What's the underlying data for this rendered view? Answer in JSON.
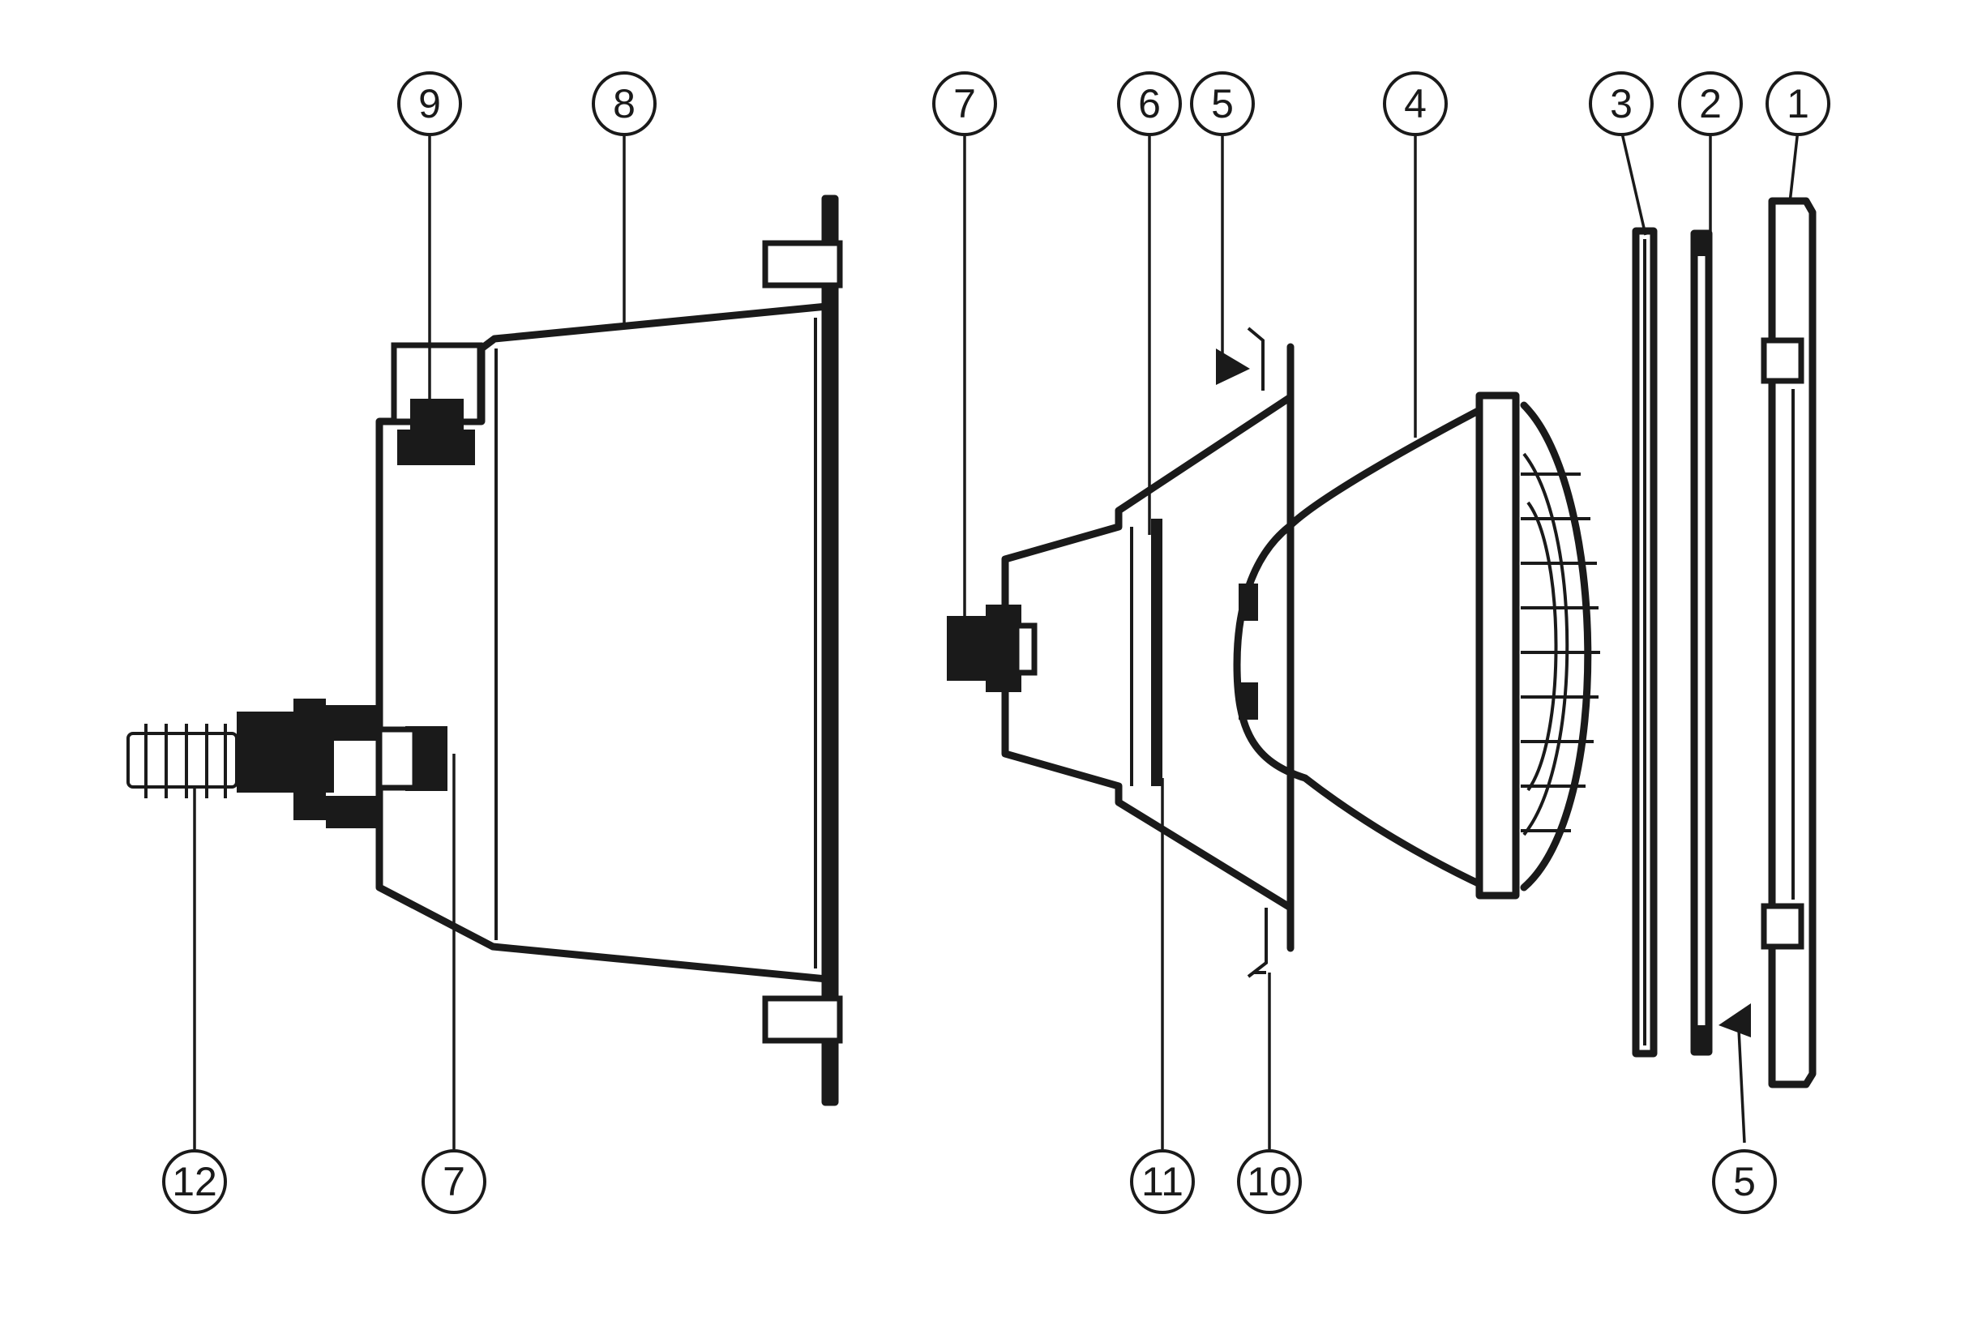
{
  "callouts": [
    {
      "id": "c9",
      "label": "9"
    },
    {
      "id": "c8",
      "label": "8"
    },
    {
      "id": "c7a",
      "label": "7"
    },
    {
      "id": "c6",
      "label": "6"
    },
    {
      "id": "c5a",
      "label": "5"
    },
    {
      "id": "c4",
      "label": "4"
    },
    {
      "id": "c3",
      "label": "3"
    },
    {
      "id": "c2",
      "label": "2"
    },
    {
      "id": "c1",
      "label": "1"
    },
    {
      "id": "c12",
      "label": "12"
    },
    {
      "id": "c7b",
      "label": "7"
    },
    {
      "id": "c11",
      "label": "11"
    },
    {
      "id": "c10",
      "label": "10"
    },
    {
      "id": "c5b",
      "label": "5"
    }
  ],
  "colors": {
    "ink": "#1a1a1a",
    "background": "#ffffff"
  }
}
